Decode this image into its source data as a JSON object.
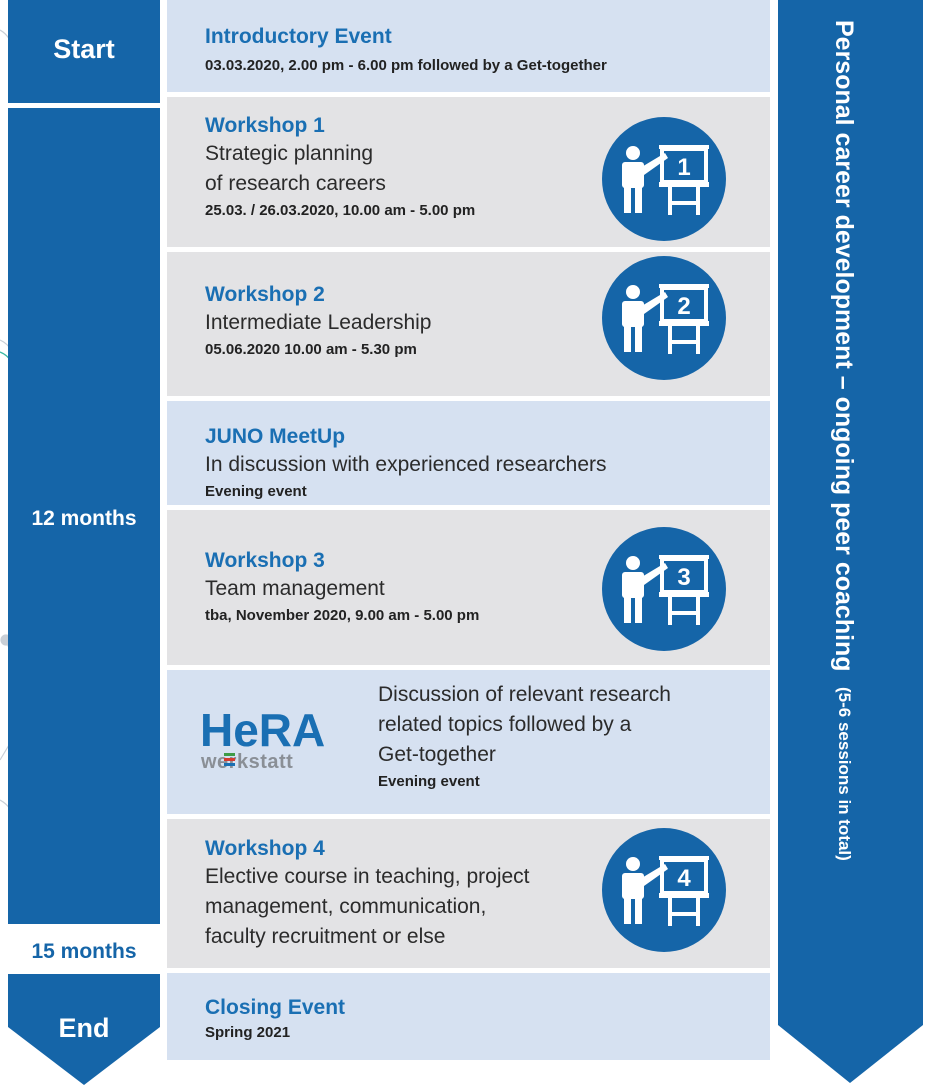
{
  "timeline": {
    "start_label": "Start",
    "middle_label": "12 months",
    "extension_label": "15 months",
    "end_label": "End"
  },
  "events": [
    {
      "title": "Introductory Event",
      "description": "",
      "date": "03.03.2020, 2.00 pm - 6.00 pm followed by a Get-together"
    },
    {
      "title": "Workshop 1",
      "description_lines": [
        "Strategic planning",
        "of research careers"
      ],
      "date": "25.03. / 26.03.2020, 10.00 am - 5.00 pm",
      "icon_number": "1"
    },
    {
      "title": "Workshop 2",
      "description_lines": [
        "Intermediate Leadership"
      ],
      "date": "05.06.2020 10.00 am - 5.30 pm",
      "icon_number": "2"
    },
    {
      "title": "JUNO MeetUp",
      "description_lines": [
        "In discussion with experienced researchers"
      ],
      "date": "Evening event"
    },
    {
      "title": "Workshop 3",
      "description_lines": [
        "Team management"
      ],
      "date": "tba, November 2020, 9.00 am - 5.00 pm",
      "icon_number": "3"
    },
    {
      "logo_main": "HeRA",
      "logo_sub": "werkstatt",
      "description_lines": [
        "Discussion of relevant research",
        "related topics followed by a",
        "Get-together"
      ],
      "date": "Evening event"
    },
    {
      "title": "Workshop 4",
      "description_lines": [
        "Elective course in teaching, project",
        "management, communication,",
        "faculty recruitment or else"
      ],
      "icon_number": "4"
    },
    {
      "title": "Closing Event",
      "date": "Spring 2021"
    }
  ],
  "banner": {
    "main": "Personal career development – ongoing peer coaching",
    "sub": "(5-6 sessions in total)"
  },
  "colors": {
    "dark_blue": "#1565a8",
    "title_blue": "#1a6fb3",
    "light_card": "#d6e1f1",
    "grey_card": "#e3e3e5",
    "hera_blue": "#1a6fb3",
    "hera_green": "#3e9b47",
    "hera_red": "#d63a2f"
  }
}
